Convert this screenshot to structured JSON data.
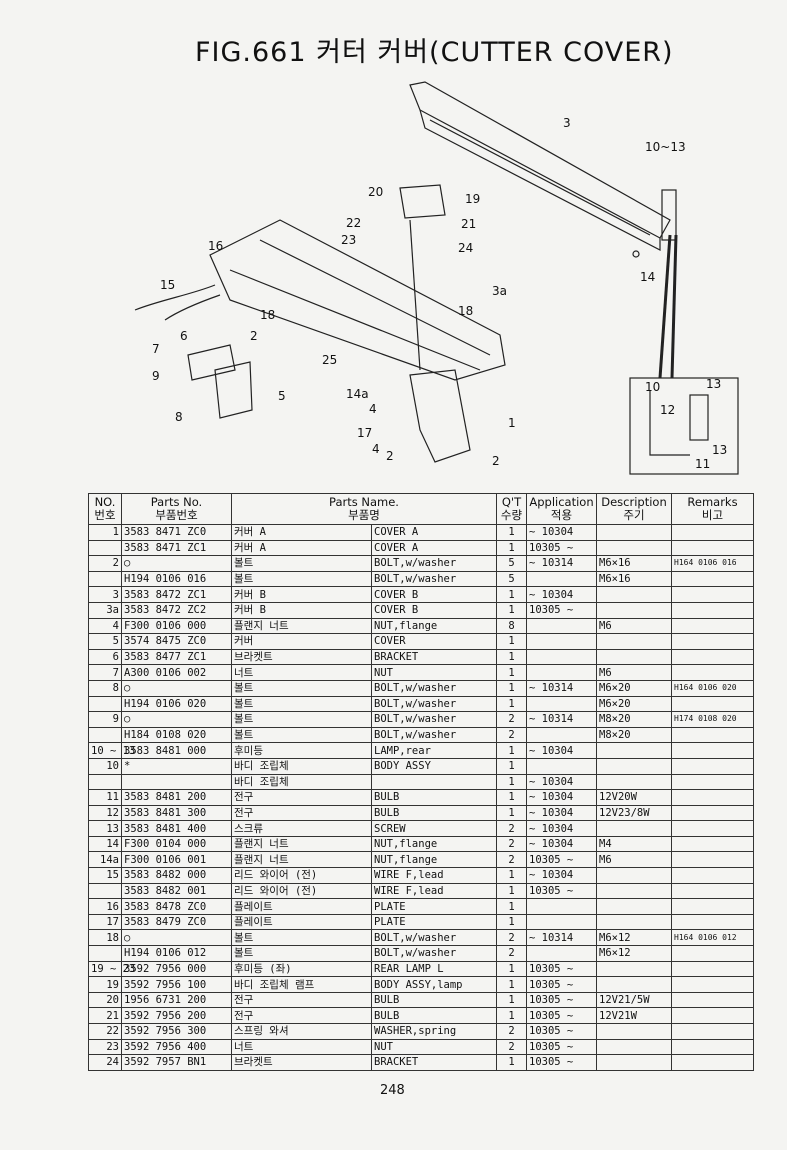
{
  "header": {
    "title": "FIG.661 커터 커버(CUTTER COVER)"
  },
  "diagram": {
    "callouts": [
      "3",
      "10~13",
      "20",
      "19",
      "21",
      "22",
      "23",
      "24",
      "16",
      "15",
      "18",
      "3a",
      "18",
      "6",
      "2",
      "7",
      "9",
      "5",
      "8",
      "25",
      "14a",
      "4",
      "17",
      "4",
      "2",
      "1",
      "2",
      "14"
    ],
    "inset_callouts": [
      "10",
      "13",
      "12",
      "13",
      "11"
    ]
  },
  "table": {
    "headers": {
      "no": "NO.\n번호",
      "parts_no": "Parts No.\n부품번호",
      "parts_name": "Parts Name.\n부품명",
      "qty": "Q'T\n수량",
      "application": "Application\n적용",
      "description": "Description\n주기",
      "remarks": "Remarks\n비고"
    },
    "rows": [
      {
        "no": "1",
        "pn": "3583 8471 ZC0",
        "kr": "커버 A",
        "en": "COVER A",
        "q": "1",
        "app": "~ 10304",
        "desc": "",
        "rem": ""
      },
      {
        "no": "",
        "pn": "3583 8471 ZC1",
        "kr": "커버 A",
        "en": "COVER A",
        "q": "1",
        "app": "10305 ~",
        "desc": "",
        "rem": ""
      },
      {
        "no": "2",
        "pn": "○",
        "kr": "볼트",
        "en": "BOLT,w/washer",
        "q": "5",
        "app": "~ 10314",
        "desc": "M6×16",
        "rem": "H164 0106 016"
      },
      {
        "no": "",
        "pn": "H194 0106 016",
        "kr": "볼트",
        "en": "BOLT,w/washer",
        "q": "5",
        "app": "",
        "desc": "M6×16",
        "rem": ""
      },
      {
        "no": "3",
        "pn": "3583 8472 ZC1",
        "kr": "커버 B",
        "en": "COVER B",
        "q": "1",
        "app": "~ 10304",
        "desc": "",
        "rem": ""
      },
      {
        "no": "3a",
        "pn": "3583 8472 ZC2",
        "kr": "커버 B",
        "en": "COVER B",
        "q": "1",
        "app": "10305 ~",
        "desc": "",
        "rem": ""
      },
      {
        "no": "4",
        "pn": "F300 0106 000",
        "kr": "플랜지 너트",
        "en": "NUT,flange",
        "q": "8",
        "app": "",
        "desc": "M6",
        "rem": ""
      },
      {
        "no": "5",
        "pn": "3574 8475 ZC0",
        "kr": "커버",
        "en": "COVER",
        "q": "1",
        "app": "",
        "desc": "",
        "rem": ""
      },
      {
        "no": "6",
        "pn": "3583 8477 ZC1",
        "kr": "브라켓트",
        "en": "BRACKET",
        "q": "1",
        "app": "",
        "desc": "",
        "rem": ""
      },
      {
        "no": "7",
        "pn": "A300 0106 002",
        "kr": "너트",
        "en": "NUT",
        "q": "1",
        "app": "",
        "desc": "M6",
        "rem": ""
      },
      {
        "no": "8",
        "pn": "○",
        "kr": "볼트",
        "en": "BOLT,w/washer",
        "q": "1",
        "app": "~ 10314",
        "desc": "M6×20",
        "rem": "H164 0106 020"
      },
      {
        "no": "",
        "pn": "H194 0106 020",
        "kr": "볼트",
        "en": "BOLT,w/washer",
        "q": "1",
        "app": "",
        "desc": "M6×20",
        "rem": ""
      },
      {
        "no": "9",
        "pn": "○",
        "kr": "볼트",
        "en": "BOLT,w/washer",
        "q": "2",
        "app": "~ 10314",
        "desc": "M8×20",
        "rem": "H174 0108 020"
      },
      {
        "no": "",
        "pn": "H184 0108 020",
        "kr": "볼트",
        "en": "BOLT,w/washer",
        "q": "2",
        "app": "",
        "desc": "M8×20",
        "rem": ""
      },
      {
        "no": "10 ~ 13",
        "pn": "3583 8481 000",
        "kr": "후미등",
        "en": "LAMP,rear",
        "q": "1",
        "app": "~ 10304",
        "desc": "",
        "rem": ""
      },
      {
        "no": "10",
        "pn": "*",
        "kr": "바디 조립체",
        "en": "BODY ASSY",
        "q": "1",
        "app": "",
        "desc": "",
        "rem": ""
      },
      {
        "no": "",
        "pn": "",
        "kr": "바디 조립체",
        "en": "",
        "q": "1",
        "app": "~ 10304",
        "desc": "",
        "rem": ""
      },
      {
        "no": "11",
        "pn": "3583 8481 200",
        "kr": "전구",
        "en": "BULB",
        "q": "1",
        "app": "~ 10304",
        "desc": "12V20W",
        "rem": ""
      },
      {
        "no": "12",
        "pn": "3583 8481 300",
        "kr": "전구",
        "en": "BULB",
        "q": "1",
        "app": "~ 10304",
        "desc": "12V23/8W",
        "rem": ""
      },
      {
        "no": "13",
        "pn": "3583 8481 400",
        "kr": "스크류",
        "en": "SCREW",
        "q": "2",
        "app": "~ 10304",
        "desc": "",
        "rem": ""
      },
      {
        "no": "14",
        "pn": "F300 0104 000",
        "kr": "플랜지 너트",
        "en": "NUT,flange",
        "q": "2",
        "app": "~ 10304",
        "desc": "M4",
        "rem": ""
      },
      {
        "no": "14a",
        "pn": "F300 0106 001",
        "kr": "플랜지 너트",
        "en": "NUT,flange",
        "q": "2",
        "app": "10305 ~",
        "desc": "M6",
        "rem": ""
      },
      {
        "no": "15",
        "pn": "3583 8482 000",
        "kr": "리드 와이어 (전)",
        "en": "WIRE F,lead",
        "q": "1",
        "app": "~ 10304",
        "desc": "",
        "rem": ""
      },
      {
        "no": "",
        "pn": "3583 8482 001",
        "kr": "리드 와이어 (전)",
        "en": "WIRE F,lead",
        "q": "1",
        "app": "10305 ~",
        "desc": "",
        "rem": ""
      },
      {
        "no": "16",
        "pn": "3583 8478 ZC0",
        "kr": "플레이트",
        "en": "PLATE",
        "q": "1",
        "app": "",
        "desc": "",
        "rem": ""
      },
      {
        "no": "17",
        "pn": "3583 8479 ZC0",
        "kr": "플레이트",
        "en": "PLATE",
        "q": "1",
        "app": "",
        "desc": "",
        "rem": ""
      },
      {
        "no": "18",
        "pn": "○",
        "kr": "볼트",
        "en": "BOLT,w/washer",
        "q": "2",
        "app": "~ 10314",
        "desc": "M6×12",
        "rem": "H164 0106 012"
      },
      {
        "no": "",
        "pn": "H194 0106 012",
        "kr": "볼트",
        "en": "BOLT,w/washer",
        "q": "2",
        "app": "",
        "desc": "M6×12",
        "rem": ""
      },
      {
        "no": "19 ~ 23",
        "pn": "3592 7956 000",
        "kr": "후미등 (좌)",
        "en": "REAR LAMP L",
        "q": "1",
        "app": "10305 ~",
        "desc": "",
        "rem": ""
      },
      {
        "no": "19",
        "pn": "3592 7956 100",
        "kr": "바디 조립체 램프",
        "en": "BODY ASSY,lamp",
        "q": "1",
        "app": "10305 ~",
        "desc": "",
        "rem": ""
      },
      {
        "no": "20",
        "pn": "1956 6731 200",
        "kr": "전구",
        "en": "BULB",
        "q": "1",
        "app": "10305 ~",
        "desc": "12V21/5W",
        "rem": ""
      },
      {
        "no": "21",
        "pn": "3592 7956 200",
        "kr": "전구",
        "en": "BULB",
        "q": "1",
        "app": "10305 ~",
        "desc": "12V21W",
        "rem": ""
      },
      {
        "no": "22",
        "pn": "3592 7956 300",
        "kr": "스프링 와셔",
        "en": "WASHER,spring",
        "q": "2",
        "app": "10305 ~",
        "desc": "",
        "rem": ""
      },
      {
        "no": "23",
        "pn": "3592 7956 400",
        "kr": "너트",
        "en": "NUT",
        "q": "2",
        "app": "10305 ~",
        "desc": "",
        "rem": ""
      },
      {
        "no": "24",
        "pn": "3592 7957 BN1",
        "kr": "브라켓트",
        "en": "BRACKET",
        "q": "1",
        "app": "10305 ~",
        "desc": "",
        "rem": ""
      }
    ]
  },
  "footer": {
    "page": "248"
  }
}
